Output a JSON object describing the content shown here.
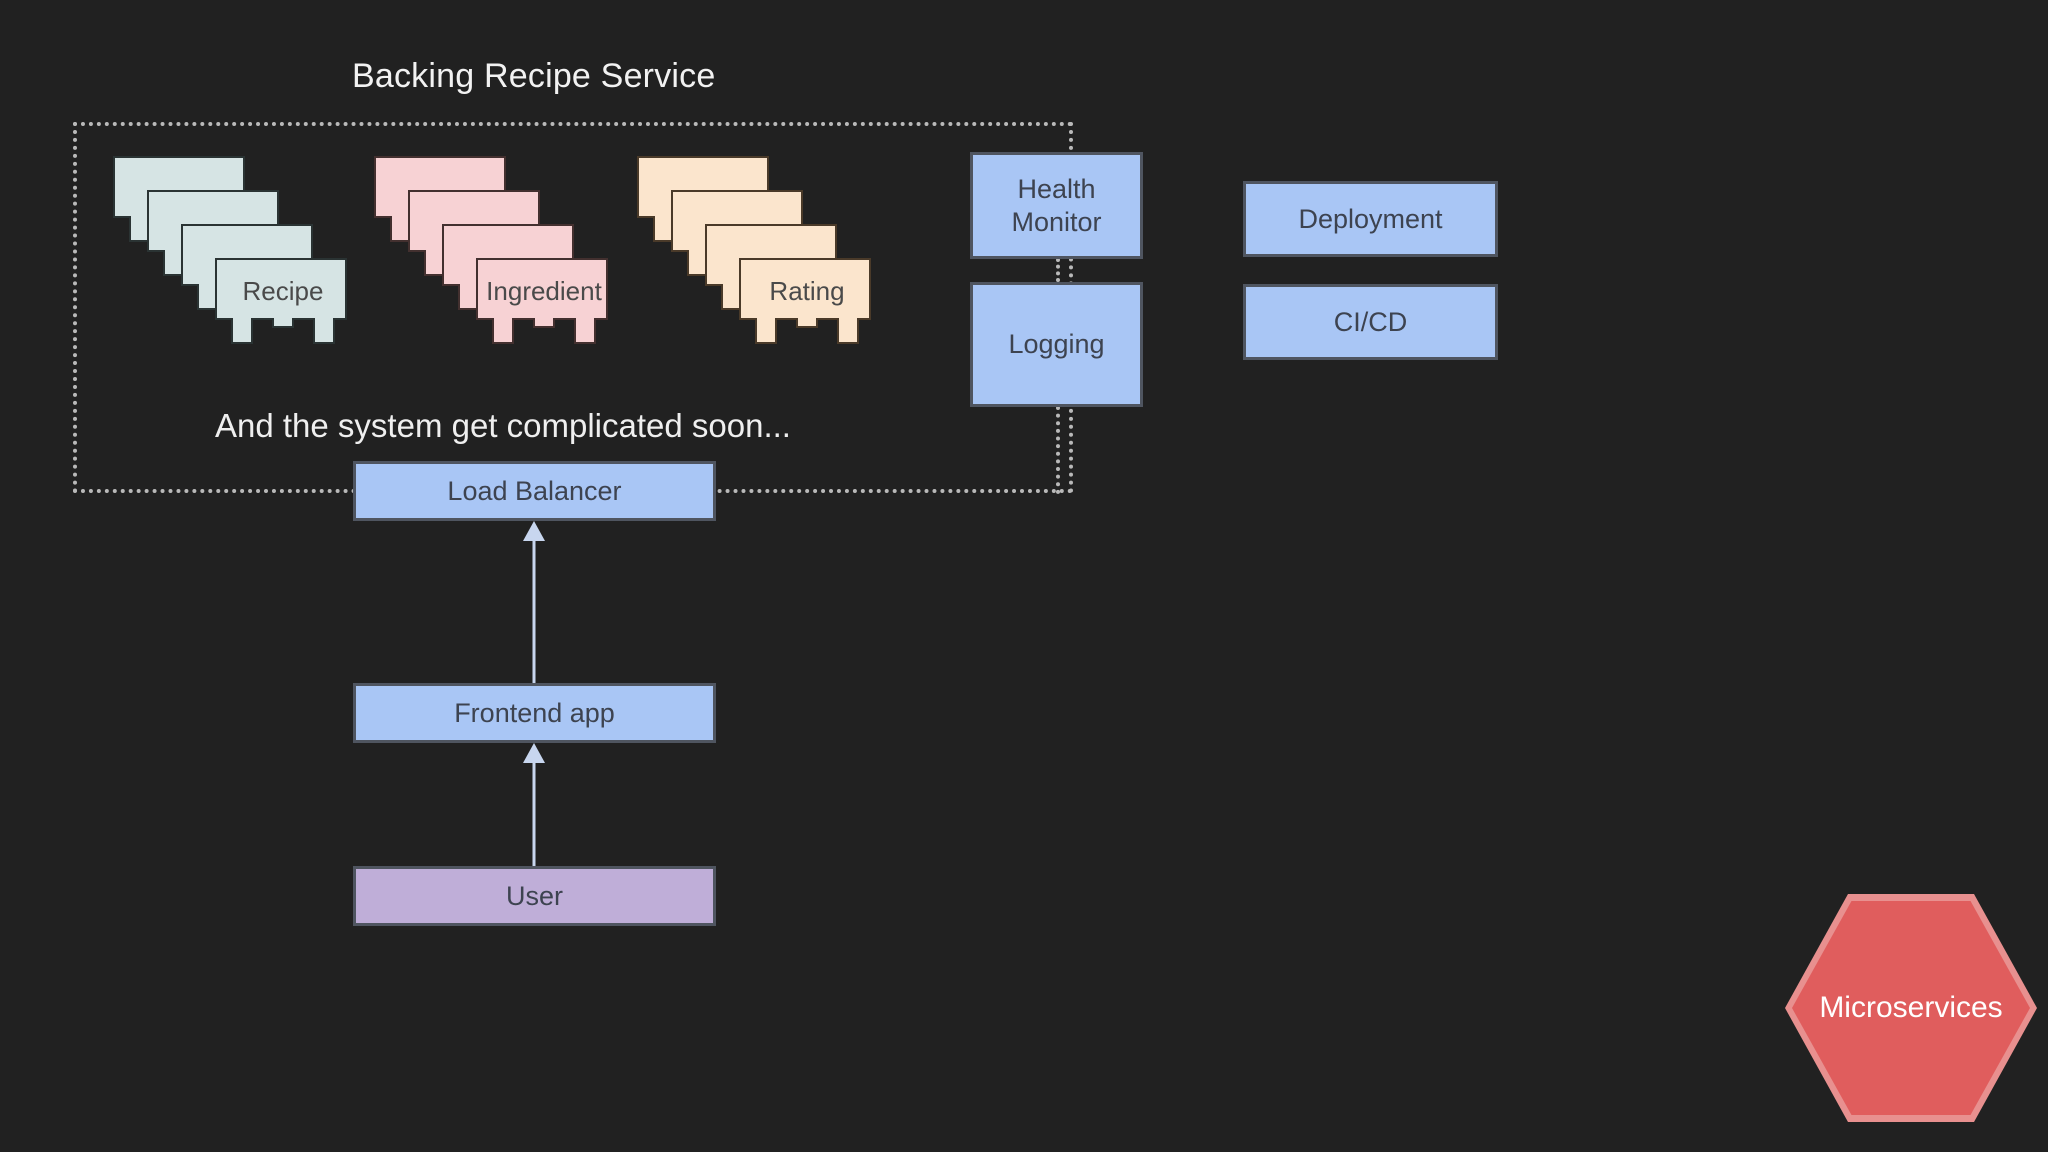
{
  "slide": {
    "title": "Backing Recipe Service",
    "note": "And the system get complicated soon...",
    "background_color": "#212121"
  },
  "colors": {
    "background": "#212121",
    "dotted_border": "#b9b9b9",
    "title_text": "#f2f2f2",
    "note_text": "#efefef",
    "box_blue": "#a9c6f5",
    "box_purple": "#bfaed8",
    "box_border": "#4f5560",
    "box_text": "#3d4350",
    "chip_recipe": "#d6e4e4",
    "chip_ingredient": "#f7d2d4",
    "chip_rating": "#fbe5cd",
    "chip_label_text": "#4a4a4a",
    "hex_fill": "#e05d5d",
    "hex_border": "#e8908f",
    "hex_text": "#ffffff",
    "arrow": "#c8d6ef"
  },
  "services": [
    {
      "label": "Recipe",
      "palette": "pal-recipe",
      "count": 4
    },
    {
      "label": "Ingredient",
      "palette": "pal-ingredient",
      "count": 4
    },
    {
      "label": "Rating",
      "palette": "pal-rating",
      "count": 4
    }
  ],
  "ops_boxes": [
    {
      "label": "Health\nMonitor",
      "line1": "Health",
      "line2": "Monitor"
    },
    {
      "label": "Logging",
      "line1": "Logging",
      "line2": ""
    }
  ],
  "pipeline_boxes": [
    {
      "label": "Deployment"
    },
    {
      "label": "CI/CD"
    }
  ],
  "flow_boxes": [
    {
      "label": "Load Balancer",
      "color": "blue"
    },
    {
      "label": "Frontend app",
      "color": "blue"
    },
    {
      "label": "User",
      "color": "purple"
    }
  ],
  "badge": {
    "label": "Microservices",
    "shape": "hexagon"
  }
}
